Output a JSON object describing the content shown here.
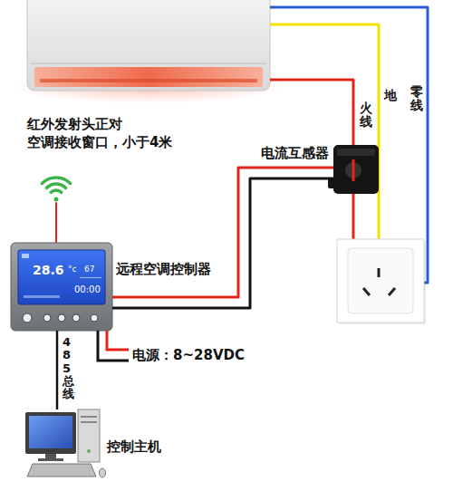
{
  "diagram": {
    "nodes": [
      {
        "text": [
          "电流互感器"
        ]
      },
      {
        "text": [
          "远程空调控制器"
        ]
      },
      {
        "text": [
          "控制主机"
        ]
      }
    ],
    "edges": [
      {
        "from": 1,
        "to": 0,
        "arrow": "none"
      },
      {
        "from": 1,
        "to": 2,
        "label": "485总线",
        "arrow": "none"
      }
    ],
    "labels": [
      "零线",
      "地",
      "火线",
      "红外发射头正对 空调接收窗口，小于4米",
      "28.6",
      "°c",
      "67",
      "00:00",
      "电源：8~28VDC"
    ]
  }
}
